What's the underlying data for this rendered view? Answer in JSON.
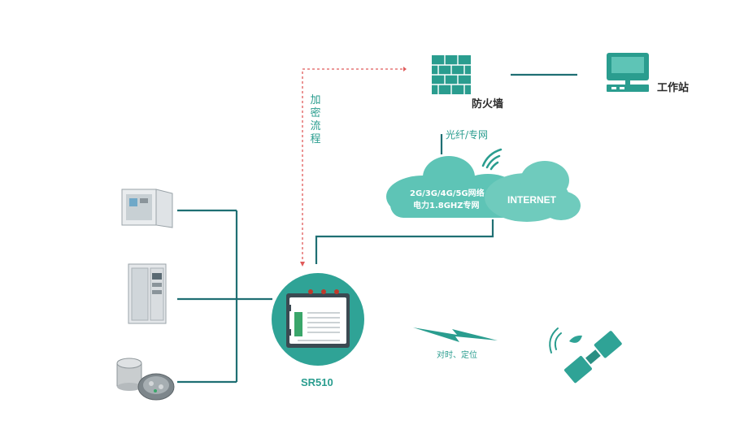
{
  "labels": {
    "firewall": "防火墙",
    "workstation": "工作站",
    "link_fiber": "光纤/专网",
    "encrypted": "加密流程",
    "cloud_line1": "2G/3G/4G/5G网络",
    "cloud_line2": "电力1.8GHZ专网",
    "internet": "INTERNET",
    "router": "SR510",
    "timing": "对时、定位"
  },
  "icons": {
    "firewall": "brick-firewall-icon",
    "workstation": "computer-workstation-icon",
    "cloud": "cloud-icon",
    "wifi": "wifi-signal-icon",
    "satellite": "satellite-icon",
    "lightning": "lightning-signal-icon",
    "cabinet1": "electrical-cabinet-icon",
    "cabinet2": "tall-cabinet-icon",
    "meter": "ring-main-unit-icon"
  },
  "colors": {
    "teal": "#2a9d8f",
    "cloud": "#5ec4b6",
    "line": "#1f6f73",
    "dashed": "#e05a5a"
  }
}
